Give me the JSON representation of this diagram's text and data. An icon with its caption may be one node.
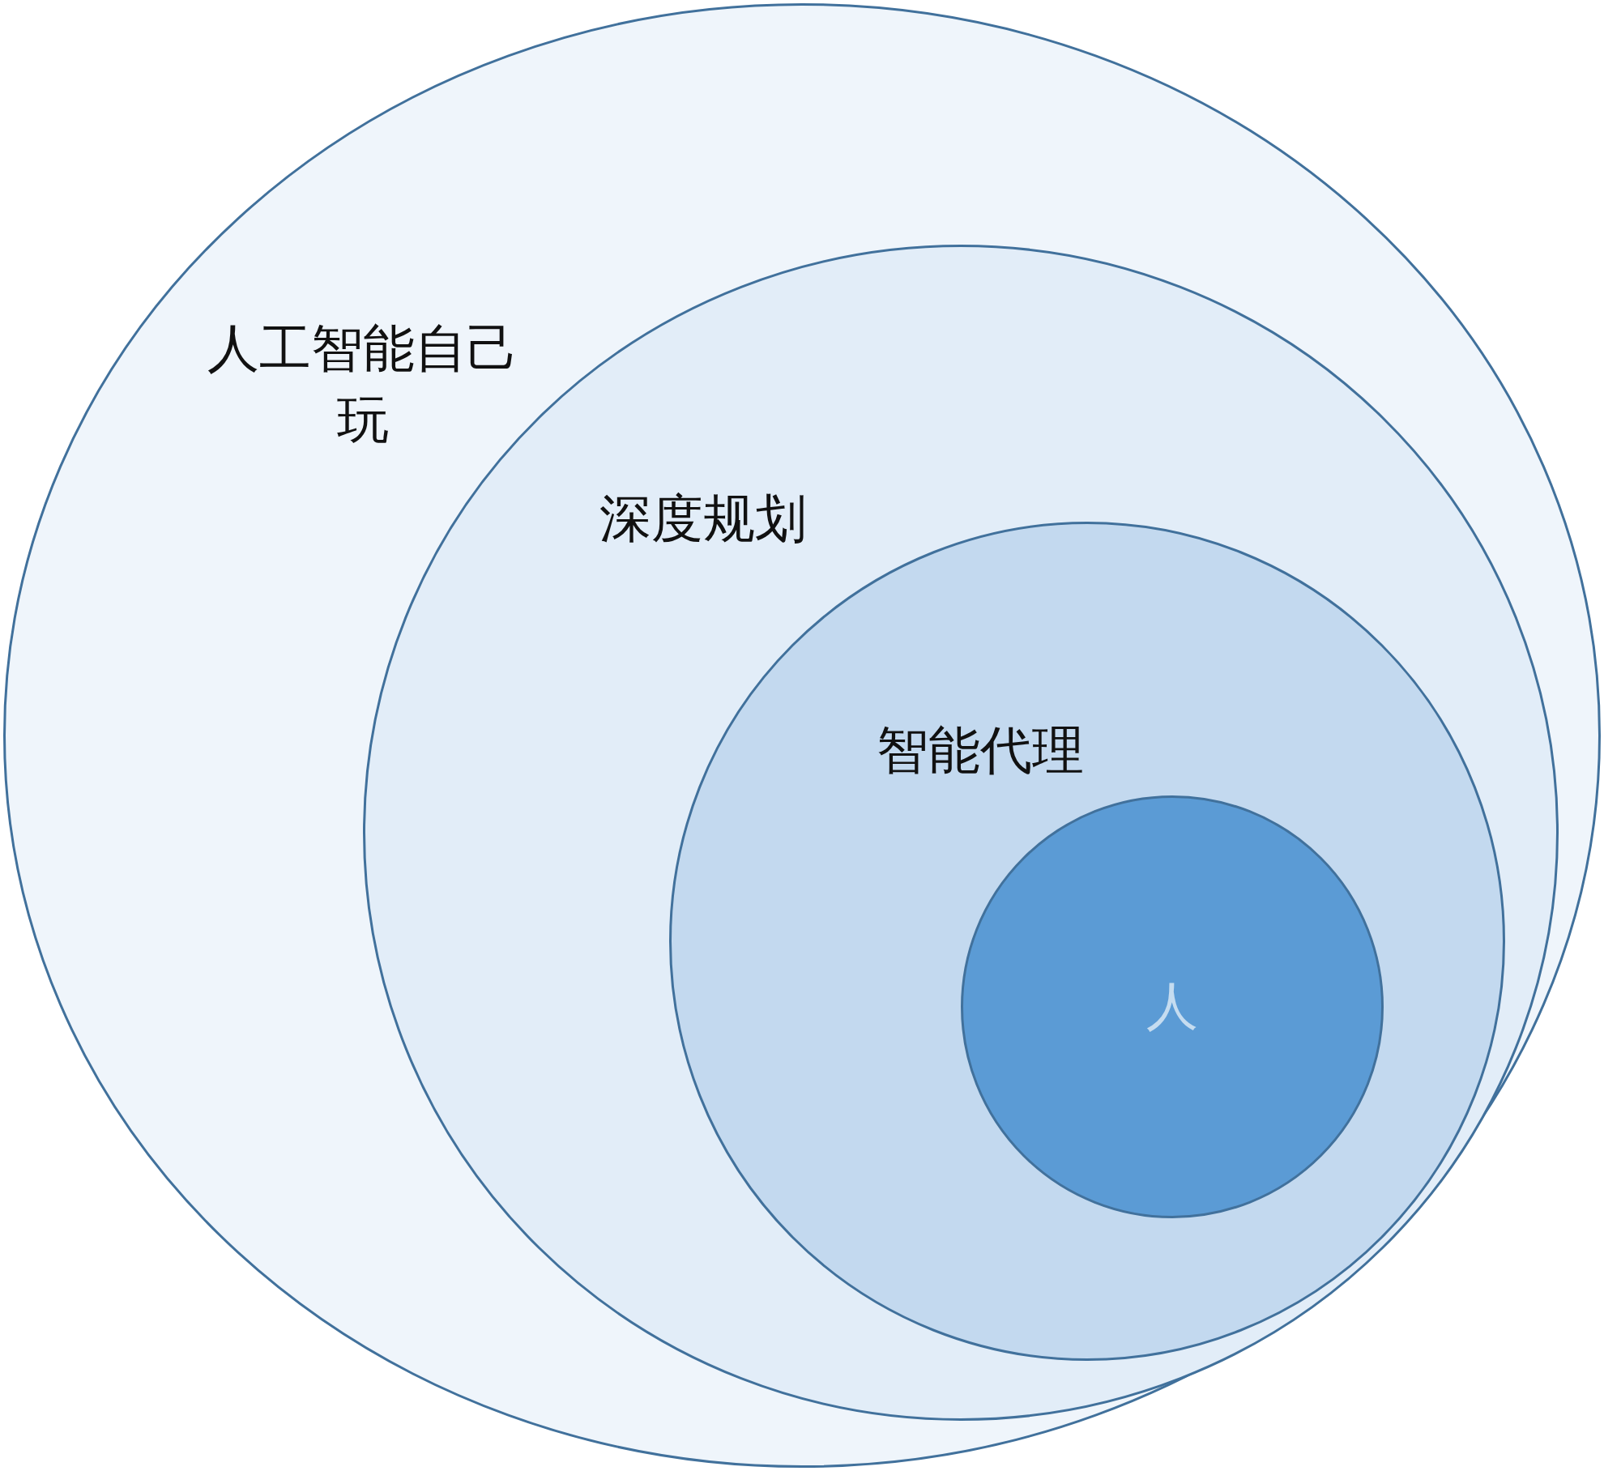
{
  "diagram": {
    "nodes": [
      {
        "text": [
          "人工智能自己玩"
        ]
      },
      {
        "text": [
          "深度规划"
        ],
        "in": 0
      },
      {
        "text": [
          "智能代理"
        ],
        "in": 1
      },
      {
        "text": [
          "人"
        ],
        "in": 2
      }
    ]
  }
}
